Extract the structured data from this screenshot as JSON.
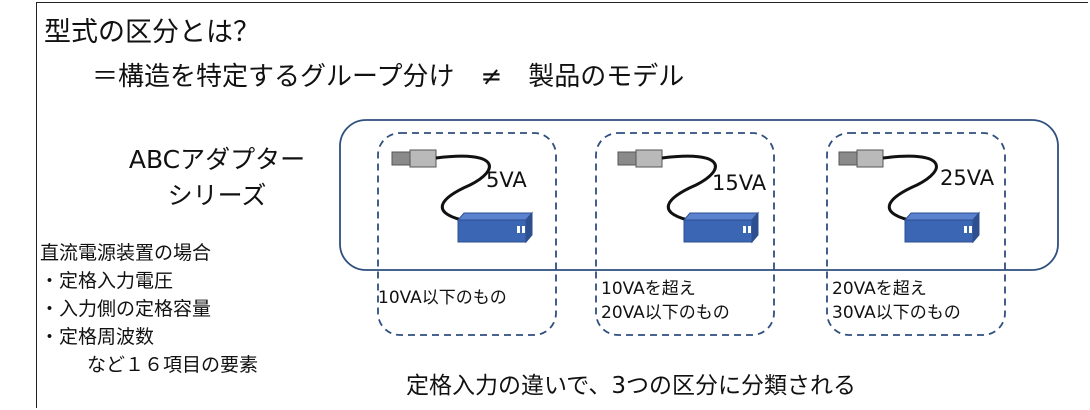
{
  "title": "型式の区分とは？",
  "definition": "＝構造を特定するグループ分け　≠　製品のモデル",
  "series_label": [
    "ABCアダプター",
    "シリーズ"
  ],
  "dc_power": {
    "heading": "直流電源装置の場合",
    "items": [
      "・定格入力電圧",
      "・入力側の定格容量",
      "・定格周波数"
    ],
    "footer": "　など１６項目の要素"
  },
  "products": [
    {
      "rating": "5VA",
      "caption": [
        "10VA以下のもの"
      ]
    },
    {
      "rating": "15VA",
      "caption": [
        "10VAを超え",
        "20VA以下のもの"
      ]
    },
    {
      "rating": "25VA",
      "caption": [
        "20VAを超え",
        "30VA以下のもの"
      ]
    }
  ],
  "summary": "定格入力の違いで、3つの区分に分類される",
  "colors": {
    "adapter_blue": "#3B66B3",
    "outline": "#2F4F7F",
    "cable": "#111111",
    "plug_gray": "#9A9A9A"
  }
}
